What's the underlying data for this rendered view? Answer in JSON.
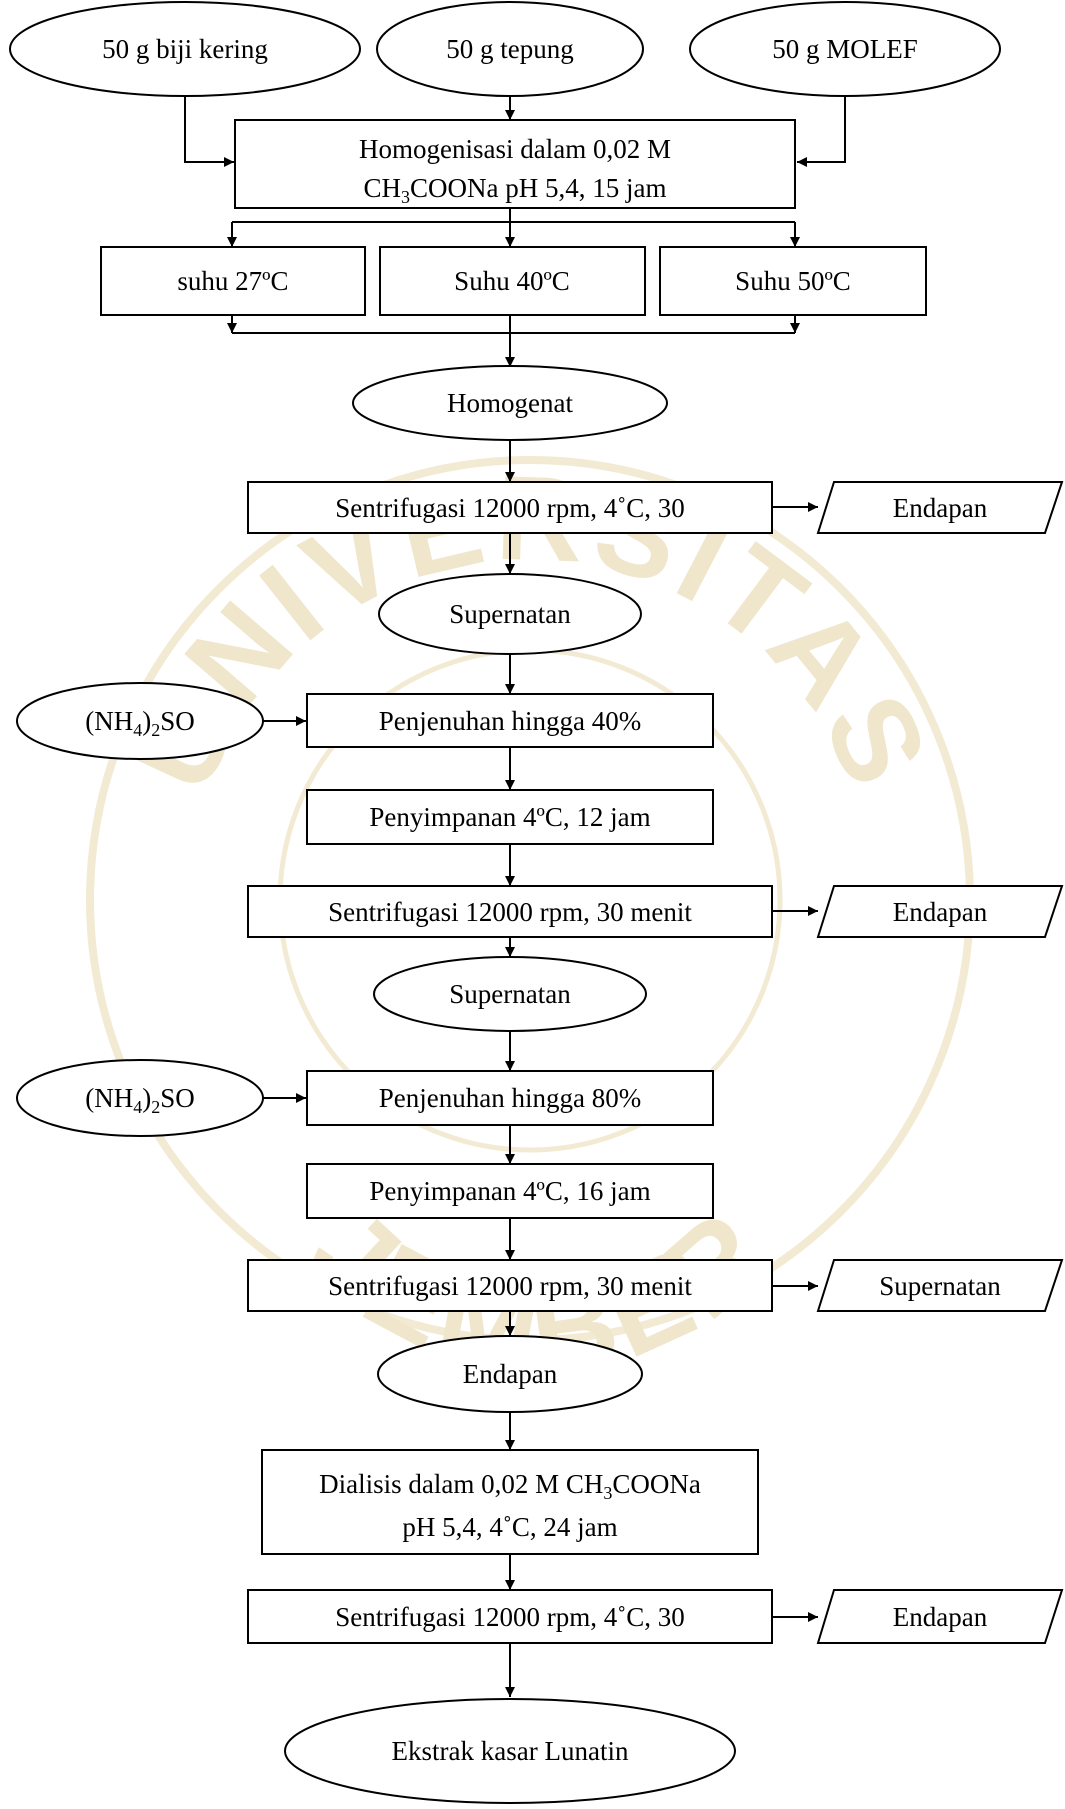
{
  "watermark": {
    "top_text": "UNIVERSITAS",
    "bottom_text": "JEMBER"
  },
  "sources": {
    "s1": "50 g biji kering",
    "s2": "50 g tepung",
    "s3": "50 g MOLEF"
  },
  "homog": {
    "line1": "Homogenisasi dalam 0,02 M",
    "line2_chem": "CH",
    "line2_sub": "3",
    "line2_rest": "COONa pH 5,4, 15 jam"
  },
  "temps": {
    "t1": "suhu 27ºC",
    "t2": "Suhu 40ºC",
    "t3": "Suhu 50ºC"
  },
  "homogenat": "Homogenat",
  "centri1": {
    "label": "Sentrifugasi 12000 rpm, 4˚C, 30",
    "output": "Endapan"
  },
  "supernatan1": "Supernatan",
  "salt1": {
    "pre": "(NH",
    "sub1": "4",
    "mid": ")",
    "sub2": "2",
    "post": "SO"
  },
  "sat40": "Penjenuhan hingga 40%",
  "store12": "Penyimpanan 4ºC, 12 jam",
  "centri2": {
    "label": "Sentrifugasi 12000 rpm, 30 menit",
    "output": "Endapan"
  },
  "supernatan2": "Supernatan",
  "salt2": {
    "pre": "(NH",
    "sub1": "4",
    "mid": ")",
    "sub2": "2",
    "post": "SO"
  },
  "sat80": "Penjenuhan hingga 80%",
  "store16": "Penyimpanan 4ºC, 16 jam",
  "centri3": {
    "label": "Sentrifugasi 12000 rpm, 30 menit",
    "output": "Supernatan"
  },
  "endapan": "Endapan",
  "dialysis": {
    "line1_pre": "Dialisis dalam 0,02 M CH",
    "line1_sub": "3",
    "line1_post": "COONa",
    "line2": "pH 5,4, 4˚C, 24 jam"
  },
  "centri4": {
    "label": "Sentrifugasi 12000 rpm, 4˚C, 30",
    "output": "Endapan"
  },
  "final": "Ekstrak kasar Lunatin"
}
